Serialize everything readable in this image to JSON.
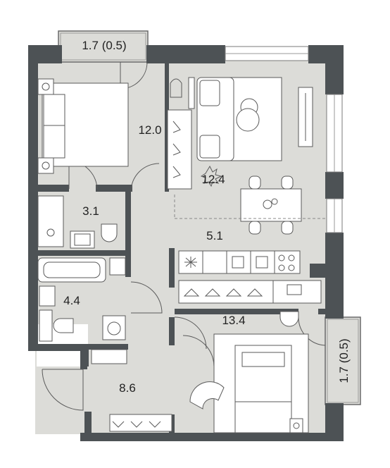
{
  "rooms": [
    {
      "id": "balcony-top",
      "label": "1.7 (0.5)"
    },
    {
      "id": "bedroom-1",
      "label": "12.0"
    },
    {
      "id": "living-room",
      "label": "12.4"
    },
    {
      "id": "kitchen",
      "label": "5.1"
    },
    {
      "id": "toilet",
      "label": "3.1"
    },
    {
      "id": "bathroom",
      "label": "4.4"
    },
    {
      "id": "bedroom-2",
      "label": "13.4"
    },
    {
      "id": "balcony-right",
      "label": "1.7 (0.5)"
    },
    {
      "id": "hallway",
      "label": "8.6"
    }
  ],
  "icons": [
    "bed-icon",
    "sofa-icon",
    "armchair-icon",
    "dining-table-icon",
    "hanger-icon",
    "toilet-icon",
    "sink-icon",
    "bathtub-icon",
    "shower-icon",
    "washing-machine-icon",
    "stove-icon",
    "plant-icon",
    "desk-icon",
    "lamp-icon"
  ],
  "colors": {
    "wall": "#4d5255",
    "floor": "#dcdcd8",
    "furniture": "#ffffff",
    "line": "#5a5a5a"
  }
}
